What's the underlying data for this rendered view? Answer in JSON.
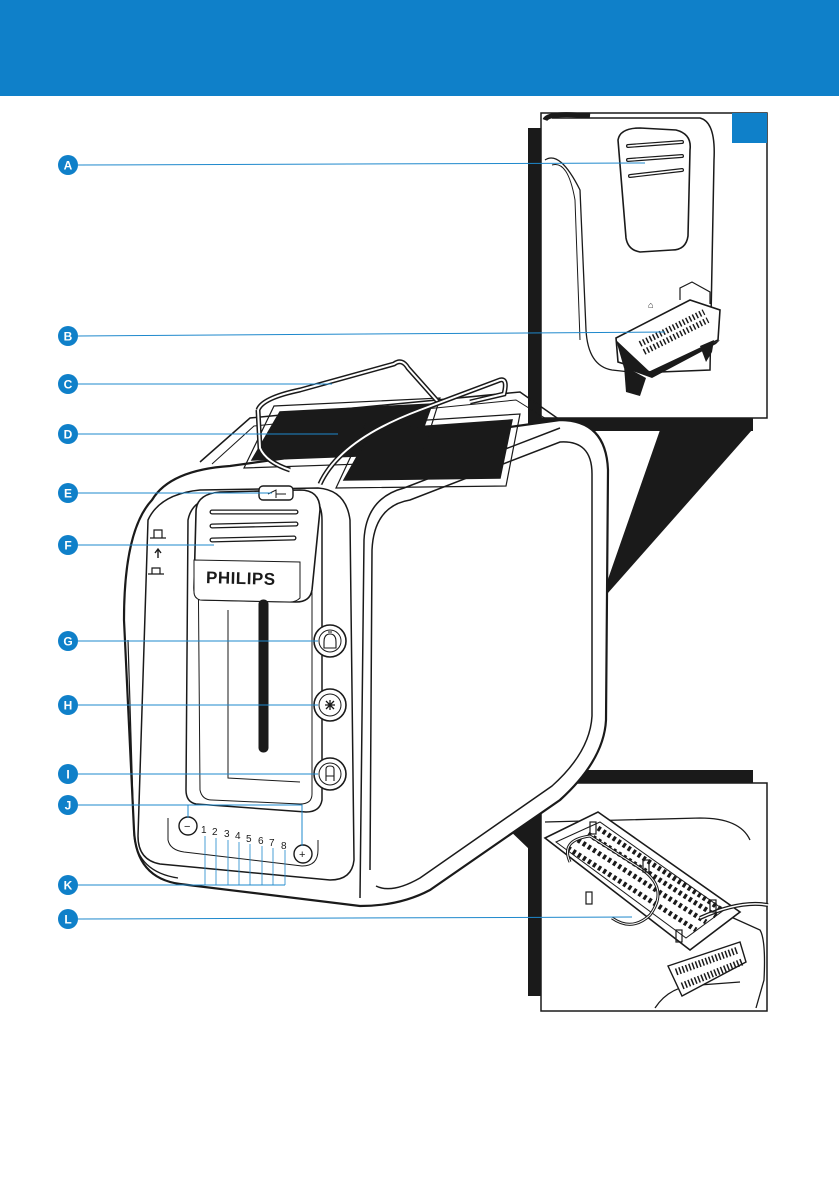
{
  "colors": {
    "header": "#0f80c9",
    "callout": "#0f80c9",
    "leader": "#1e88cc",
    "ink": "#1a1a1a"
  },
  "header": {
    "text": ""
  },
  "brand": "PHILIPS",
  "callouts": [
    "A",
    "B",
    "C",
    "D",
    "E",
    "F",
    "G",
    "H",
    "I",
    "J",
    "K",
    "L"
  ],
  "browning_levels": [
    "1",
    "2",
    "3",
    "4",
    "5",
    "6",
    "7",
    "8"
  ],
  "control_icons": {
    "minus": "−",
    "plus": "+",
    "lever_up": "lever-up-icon",
    "lever_down": "lever-down-icon",
    "reheat": "reheat-icon",
    "defrost": "defrost-icon",
    "bun_warm": "bun-warmer-icon"
  }
}
